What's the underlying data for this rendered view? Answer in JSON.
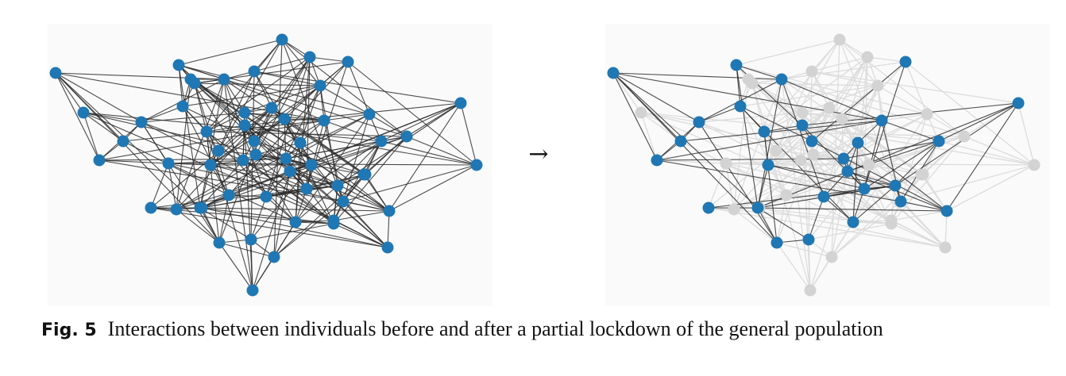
{
  "figure": {
    "label": "Fig. 5",
    "caption": "Interactions between individuals before and after a partial lockdown of the general population",
    "arrow": "→"
  },
  "colors": {
    "active_node": "#1f77b4",
    "inactive_node": "#d3d3d3",
    "active_edge": "#2b2b2b",
    "inactive_edge": "#dcdcdc"
  },
  "network": {
    "node_count": 56,
    "before_state": "all nodes active",
    "after_state": "about half of the nodes active, the rest greyed out",
    "active_after": [
      0,
      2,
      3,
      4,
      6,
      7,
      11,
      15,
      17,
      19,
      21,
      23,
      26,
      28,
      31,
      33,
      35,
      37,
      38,
      39,
      41,
      43,
      46,
      48,
      49,
      52,
      53,
      55
    ]
  }
}
